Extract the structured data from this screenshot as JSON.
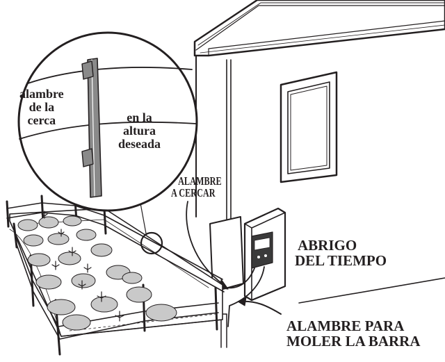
{
  "labels": {
    "fence_wire": [
      "alambre",
      "de la",
      "cerca"
    ],
    "desired_height": [
      "en la",
      "altura",
      "deseada"
    ],
    "wire_to_fence": [
      "ALAMBRE",
      "A CERCAR"
    ],
    "weather_shelter": [
      "ABRIGO",
      "DEL TIEMPO"
    ],
    "ground_rod_wire": [
      "ALAMBRE PARA",
      "MOLER LA BARRA"
    ]
  },
  "colors": {
    "ink": "#231f20",
    "post_gray": "#8a8a8a",
    "cabbage_gray": "#c9c9c9",
    "paper": "#ffffff"
  }
}
